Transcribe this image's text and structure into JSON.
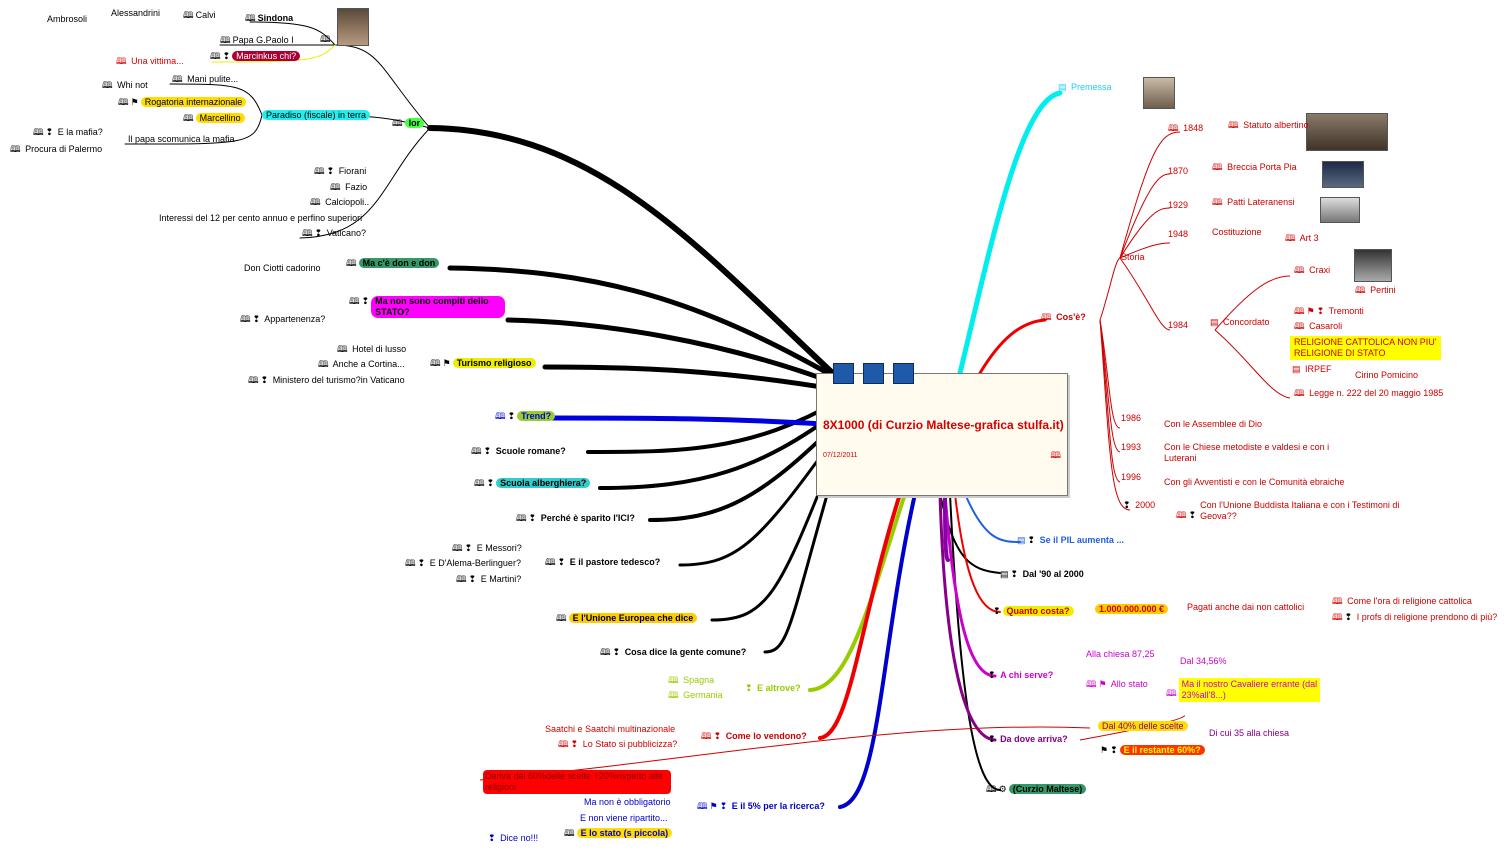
{
  "center": {
    "title": "8X1000 (di Curzio Maltese-grafica stulfa.it)",
    "date": "07/12/2011"
  },
  "left_branches": {
    "ior": "Ior",
    "sindona": "Sindona",
    "calvi": "Calvi",
    "alessandrini": "Alessandrini",
    "ambrosoli": "Ambrosoli",
    "papa": "Papa G.Paolo I",
    "marcinkus": "Marcinkus chi?",
    "vittima": "Una vittima...",
    "paradiso": "Paradiso (fiscale) in terra",
    "mani_pulite": "Mani pulite...",
    "whi_not": "Whi not",
    "rogatoria": "Rogatoria internazionale",
    "marcellino": "Marcellino",
    "papa_scomunica": "Il papa scomunica la mafia",
    "mafia": "E la mafia?",
    "procura": "Procura di Palermo",
    "fiorani": "Fiorani",
    "fazio": "Fazio",
    "calciopoli": "Calciopoli..",
    "interessi": "Interessi del 12 per cento annuo e perfino superiori",
    "vaticano": "Vaticano?",
    "don": "Ma c'è don e don",
    "ciotti": "Don Ciotti cadorino",
    "compiti": "Ma non sono compiti dello STATO?",
    "appartenenza": "Appartenenza?",
    "turismo": "Turismo religioso",
    "hotel": "Hotel di lusso",
    "cortina": "Anche a Cortina...",
    "ministero": "Ministero del turismo?in Vaticano",
    "trend": "Trend?",
    "scuole": "Scuole romane?",
    "alberghiera": "Scuola alberghiera?",
    "ici": "Perché è sparito l'ICI?",
    "pastore": "E il pastore tedesco?",
    "messori": "E Messori?",
    "alema": "E D'Alema-Berlinguer?",
    "martini": "E Martini?",
    "ue": "E l'Unione Europea che dice",
    "gente": "Cosa dice la gente comune?",
    "altrove": "E altrove?",
    "spagna": "Spagna",
    "germania": "Germania",
    "vendono": "Come lo vendono?",
    "saatchi": "Saatchi e Saatchi multinazionale",
    "stato_pubblicizza": "Lo Stato si pubblicizza?",
    "ricerca": "E il 5% per la ricerca?",
    "deriva": "Deriva dal 60%delle scelte +20%rispetto alle religioni",
    "obbligatorio": "Ma non è obbligatorio",
    "ripartito": "E non viene ripartito...",
    "stato_piccola": "E lo stato (s piccola)",
    "dice_no": "Dice no!!!"
  },
  "right_branches": {
    "premessa": "Premessa",
    "cose": "Cos'è?",
    "storia": "Storia",
    "y1848": "1848",
    "statuto": "Statuto albertino",
    "y1870": "1870",
    "breccia": "Breccia Porta Pia",
    "y1929": "1929",
    "patti": "Patti Lateranensi",
    "y1948": "1948",
    "costituzione": "Costituzione",
    "art3": "Art 3",
    "y1984": "1984",
    "concordato": "Concordato",
    "craxi": "Craxi",
    "pertini": "Pertini",
    "tremonti": "Tremonti",
    "casaroli": "Casaroli",
    "religione_line1": "RELIGIONE CATTOLICA NON PIU'",
    "religione_line2": "RELIGIONE DI STATO",
    "irpef": "IRPEF",
    "cirino": "Cirino Pomicino",
    "legge": "Legge n. 222 del 20 maggio 1985",
    "y1986": "1986",
    "assemblee": "Con le Assemblee di Dio",
    "y1993": "1993",
    "metodiste_line1": "Con le Chiese metodiste e valdesi e con i",
    "metodiste_line2": "Luterani",
    "y1996": "1996",
    "avventisti": "Con gli Avventisti e con le Comunità ebraiche",
    "y2000": "2000",
    "buddista_line1": "Con l'Unione Buddista Italiana e con i Testimoni di",
    "buddista_line2": "Geova??",
    "pil": "Se il PIL aumenta ...",
    "anni90": "Dal '90 al 2000",
    "quanto": "Quanto costa?",
    "cifra": "1.000.000.000 €",
    "pagati": "Pagati anche dai non cattolici",
    "ora_religione": "Come l'ora di religione cattolica",
    "profs": "I profs di religione prendono di più?",
    "serve": "A chi serve?",
    "chiesa": "Alla chiesa 87,25",
    "dal34": "Dal 34,56%",
    "allo_stato": "Allo stato",
    "cavaliere_line1": "Ma il nostro Cavaliere errante (dal",
    "cavaliere_line2": "23%all'8...)",
    "dove": "Da dove arriva?",
    "dal40": "Dal 40% delle scelte",
    "di_cui": "Di cui 35 alla chiesa",
    "restante": "E il restante 60%?",
    "curzio": "(Curzio Maltese)"
  }
}
